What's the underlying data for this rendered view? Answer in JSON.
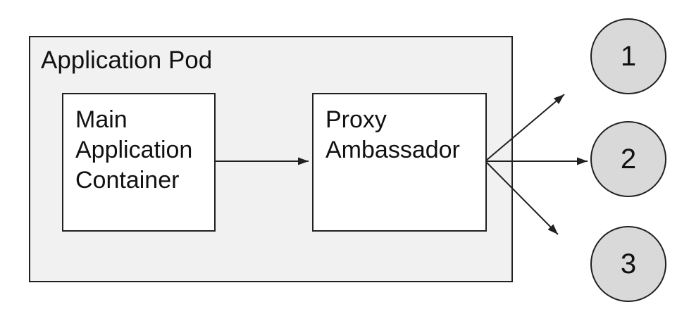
{
  "diagram": {
    "pod": {
      "label": "Application Pod"
    },
    "nodes": {
      "main": {
        "label": "Main Application Container"
      },
      "proxy": {
        "label": "Proxy Ambassador"
      }
    },
    "endpoints": [
      {
        "label": "1"
      },
      {
        "label": "2"
      },
      {
        "label": "3"
      }
    ],
    "edges": [
      {
        "from": "main-application-container",
        "to": "proxy-ambassador"
      },
      {
        "from": "proxy-ambassador",
        "to": "endpoint-1"
      },
      {
        "from": "proxy-ambassador",
        "to": "endpoint-2"
      },
      {
        "from": "proxy-ambassador",
        "to": "endpoint-3"
      }
    ],
    "colors": {
      "background": "#ffffff",
      "pod_fill": "#f1f1f1",
      "node_fill": "#ffffff",
      "endpoint_fill": "#d9d9d9",
      "stroke": "#212121",
      "text": "#111111"
    }
  }
}
